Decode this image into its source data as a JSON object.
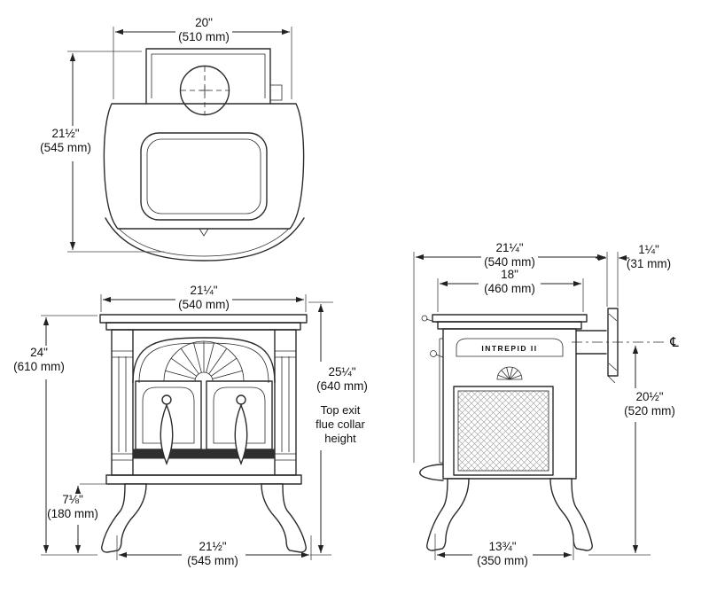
{
  "colors": {
    "line": "#2b2b2b",
    "dim": "#222222",
    "background": "#ffffff"
  },
  "views": {
    "top": {
      "width_in": "20\"",
      "width_mm": "(510 mm)",
      "depth_in": "21½\"",
      "depth_mm": "(545 mm)"
    },
    "front": {
      "top_width_in": "21¼\"",
      "top_width_mm": "(540 mm)",
      "height_in": "24\"",
      "height_mm": "(610 mm)",
      "flue_height_in": "25¼\"",
      "flue_height_mm": "(640 mm)",
      "flue_note_line1": "Top exit",
      "flue_note_line2": "flue collar",
      "flue_note_line3": "height",
      "leg_height_in": "7⅛\"",
      "leg_height_mm": "(180 mm)",
      "base_width_in": "21½\"",
      "base_width_mm": "(545 mm)"
    },
    "side": {
      "overall_depth_in": "21¼\"",
      "overall_depth_mm": "(540 mm)",
      "heat_shield_offset_in": "1¼\"",
      "heat_shield_offset_mm": "(31 mm)",
      "body_depth_in": "18\"",
      "body_depth_mm": "(460 mm)",
      "flue_centerline_height_in": "20½\"",
      "flue_centerline_height_mm": "(520 mm)",
      "leg_span_in": "13¾\"",
      "leg_span_mm": "(350 mm)",
      "model_name": "INTREPID II",
      "centerline_symbol": "℄"
    }
  }
}
